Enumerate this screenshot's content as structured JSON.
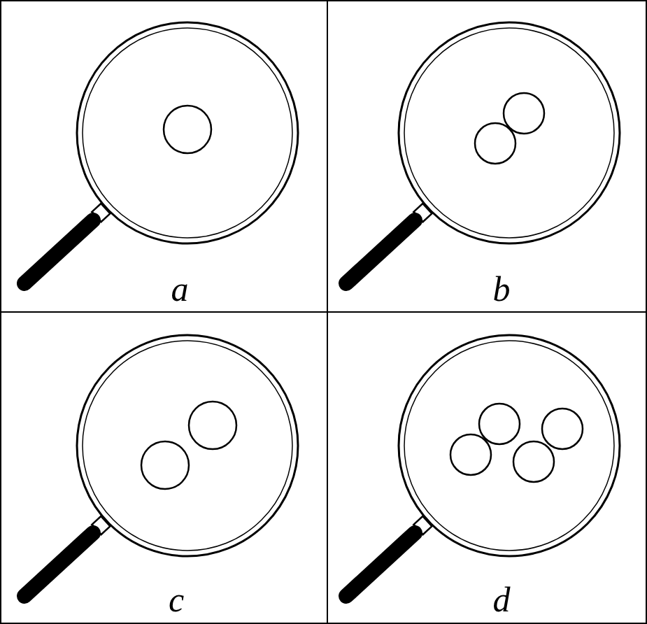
{
  "diagram": {
    "nodes": [
      {
        "text": [
          "a"
        ]
      },
      {
        "text": [
          "b"
        ]
      },
      {
        "text": [
          "c"
        ]
      },
      {
        "text": [
          "d"
        ]
      }
    ]
  }
}
